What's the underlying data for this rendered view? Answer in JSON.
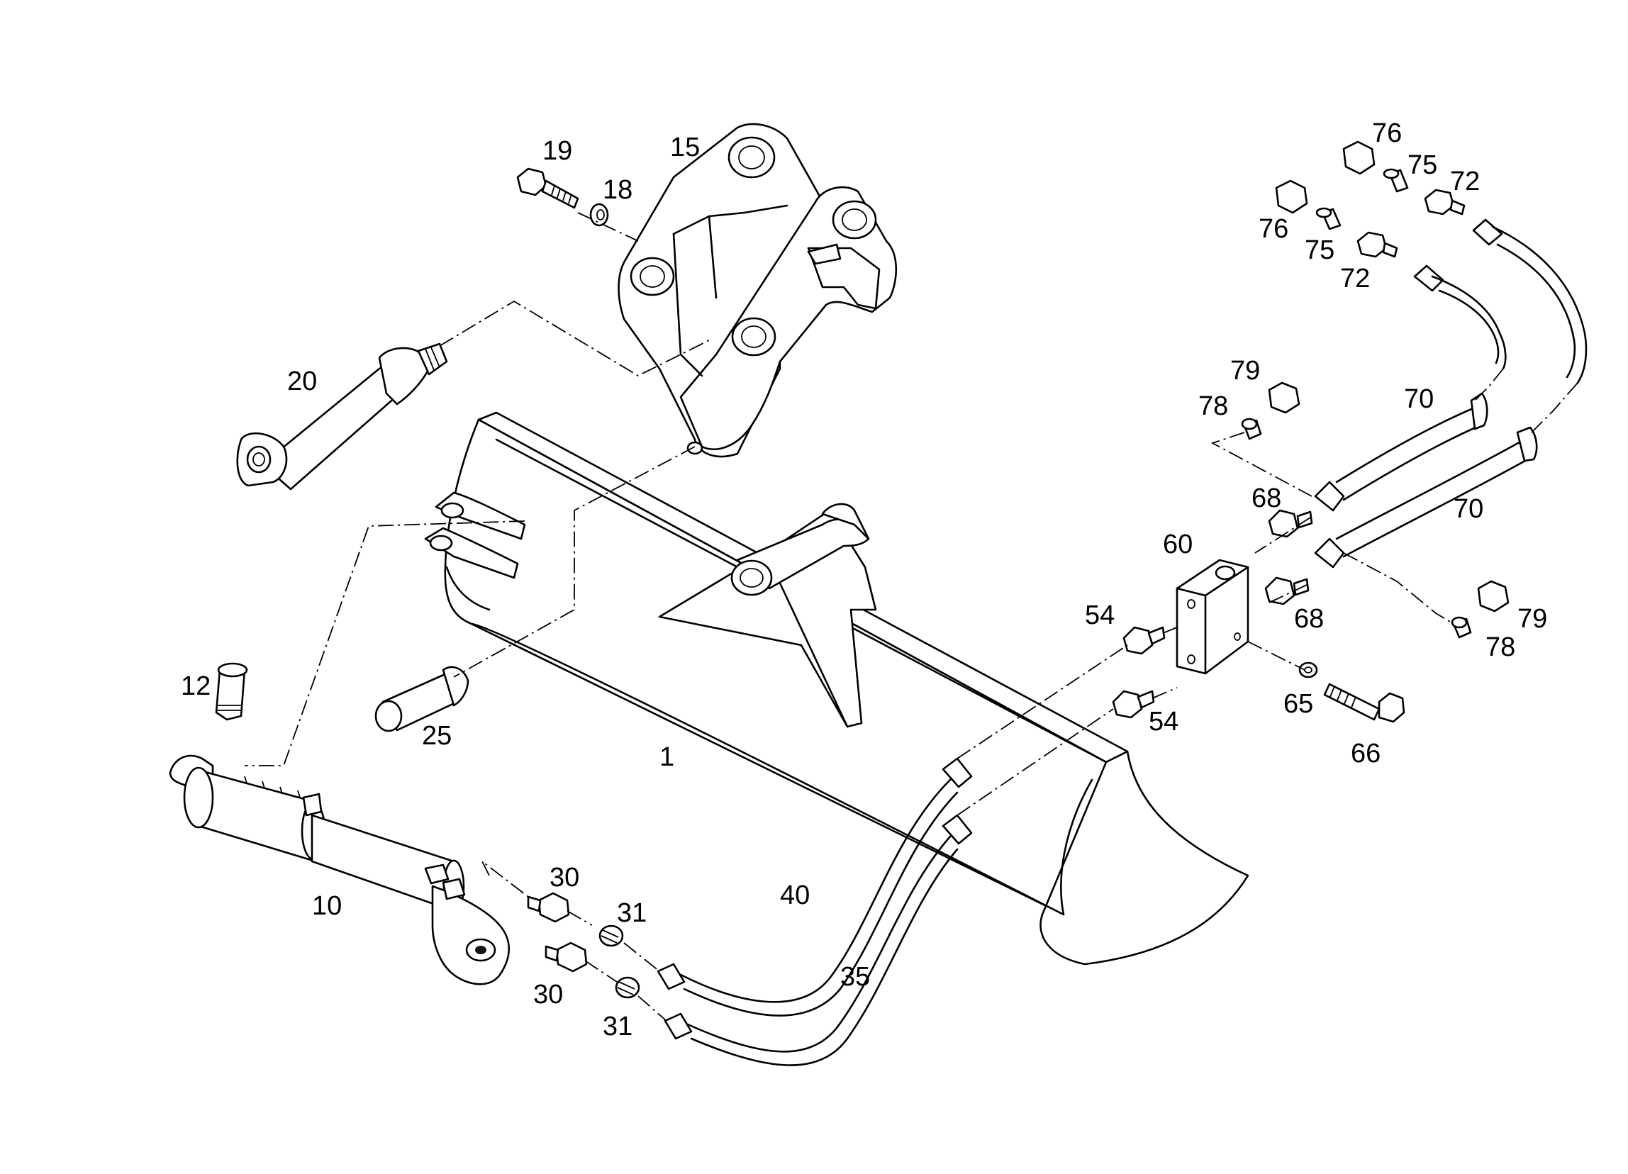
{
  "callouts": [
    {
      "id": "c1",
      "text": "1"
    },
    {
      "id": "c10",
      "text": "10"
    },
    {
      "id": "c12",
      "text": "12"
    },
    {
      "id": "c15",
      "text": "15"
    },
    {
      "id": "c18",
      "text": "18"
    },
    {
      "id": "c19",
      "text": "19"
    },
    {
      "id": "c20",
      "text": "20"
    },
    {
      "id": "c25",
      "text": "25"
    },
    {
      "id": "c30a",
      "text": "30"
    },
    {
      "id": "c30b",
      "text": "30"
    },
    {
      "id": "c31a",
      "text": "31"
    },
    {
      "id": "c31b",
      "text": "31"
    },
    {
      "id": "c35",
      "text": "35"
    },
    {
      "id": "c40",
      "text": "40"
    },
    {
      "id": "c54a",
      "text": "54"
    },
    {
      "id": "c54b",
      "text": "54"
    },
    {
      "id": "c60",
      "text": "60"
    },
    {
      "id": "c65",
      "text": "65"
    },
    {
      "id": "c66",
      "text": "66"
    },
    {
      "id": "c68a",
      "text": "68"
    },
    {
      "id": "c68b",
      "text": "68"
    },
    {
      "id": "c70a",
      "text": "70"
    },
    {
      "id": "c70b",
      "text": "70"
    },
    {
      "id": "c72a",
      "text": "72"
    },
    {
      "id": "c72b",
      "text": "72"
    },
    {
      "id": "c75a",
      "text": "75"
    },
    {
      "id": "c75b",
      "text": "75"
    },
    {
      "id": "c76a",
      "text": "76"
    },
    {
      "id": "c76b",
      "text": "76"
    },
    {
      "id": "c78a",
      "text": "78"
    },
    {
      "id": "c78b",
      "text": "78"
    },
    {
      "id": "c79a",
      "text": "79"
    },
    {
      "id": "c79b",
      "text": "79"
    }
  ]
}
